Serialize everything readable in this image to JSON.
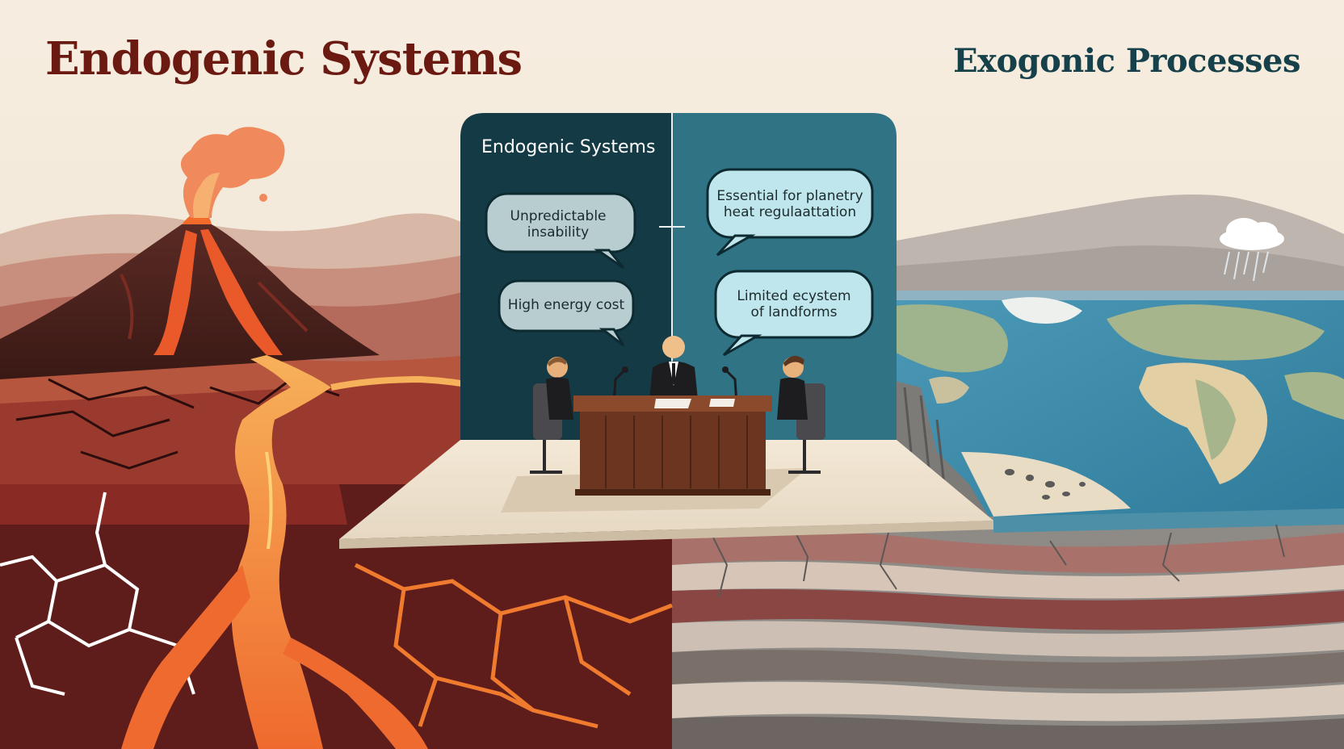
{
  "titles": {
    "left": "Endogenic Systems",
    "right": "Exogonic Processes"
  },
  "panel": {
    "heading": "Endogenic Systems",
    "left_bubbles": [
      "Unpredictable\ninsability",
      "High energy cost"
    ],
    "right_bubbles": [
      "Essential for planetry\nheat regulaattation",
      "Limited ecystem\nof landforms"
    ]
  },
  "colors": {
    "title_left": "#6b1a12",
    "title_right": "#17414a",
    "panel_left": "#143b45",
    "panel_right": "#2f7385",
    "bubble_left": "#b7cdd0",
    "bubble_right": "#bfe6ec",
    "lava": "#f4823a",
    "ocean": "#3f8fb0"
  }
}
